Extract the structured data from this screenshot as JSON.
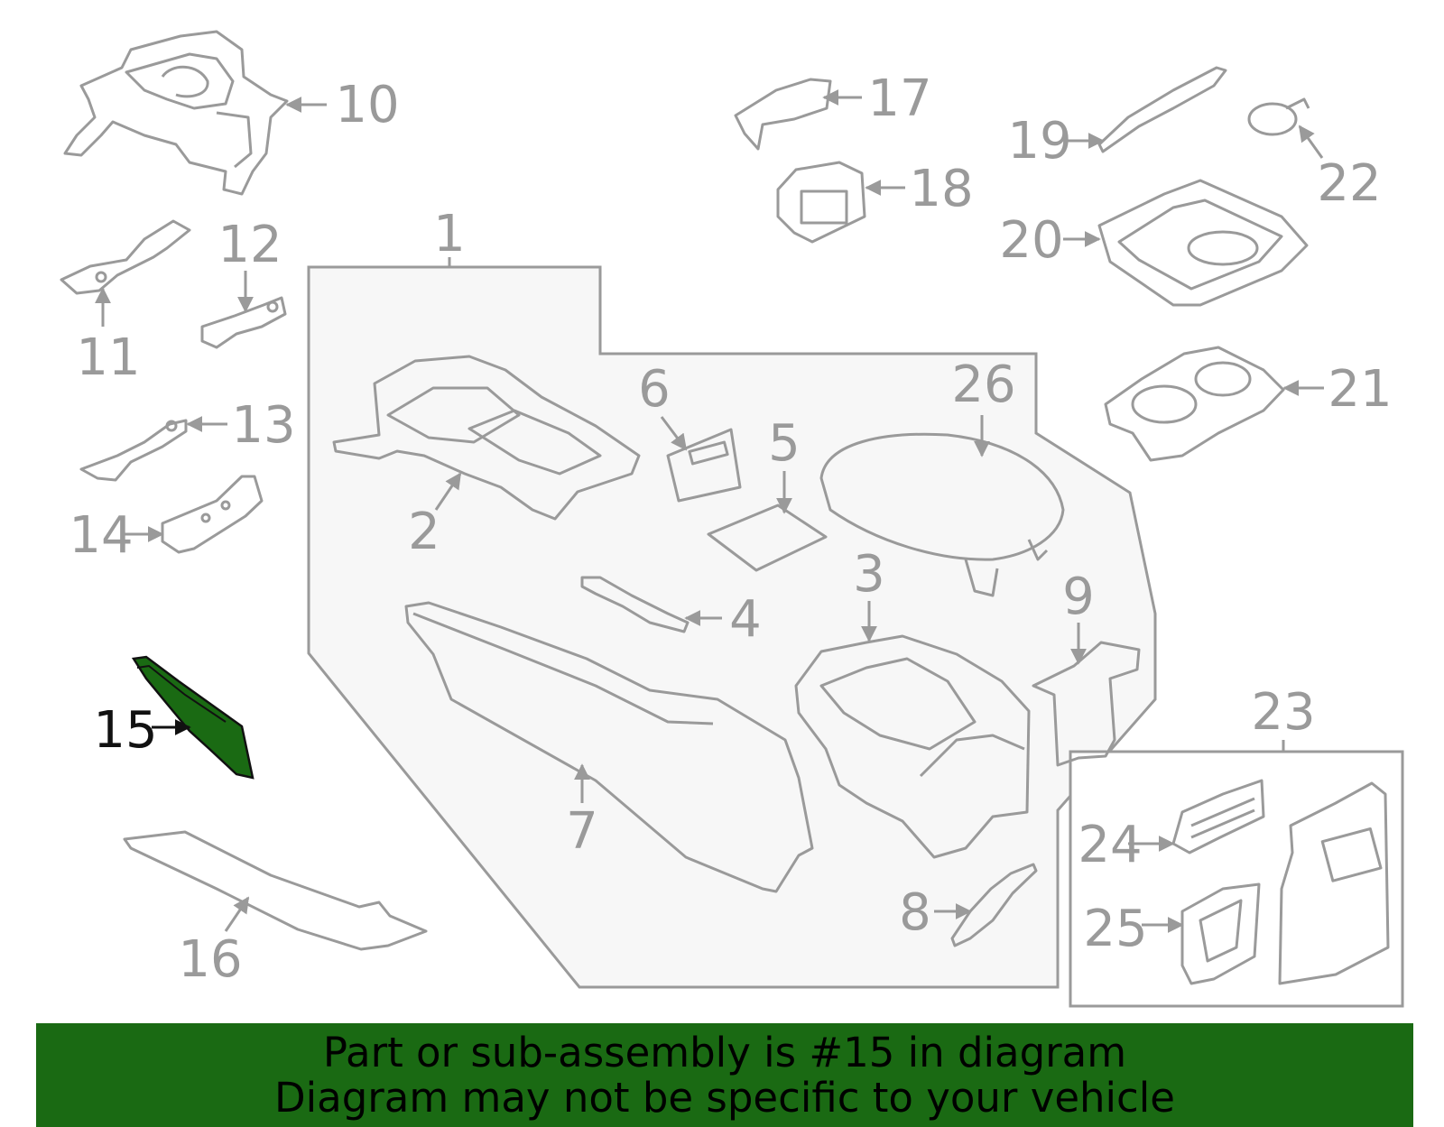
{
  "diagram": {
    "highlight_color": "#1a6a13",
    "line_color": "#9a9a9a",
    "panel_fill": "#f7f7f7",
    "callouts": [
      {
        "id": "1",
        "label": "1"
      },
      {
        "id": "2",
        "label": "2"
      },
      {
        "id": "3",
        "label": "3"
      },
      {
        "id": "4",
        "label": "4"
      },
      {
        "id": "5",
        "label": "5"
      },
      {
        "id": "6",
        "label": "6"
      },
      {
        "id": "7",
        "label": "7"
      },
      {
        "id": "8",
        "label": "8"
      },
      {
        "id": "9",
        "label": "9"
      },
      {
        "id": "10",
        "label": "10"
      },
      {
        "id": "11",
        "label": "11"
      },
      {
        "id": "12",
        "label": "12"
      },
      {
        "id": "13",
        "label": "13"
      },
      {
        "id": "14",
        "label": "14"
      },
      {
        "id": "15",
        "label": "15",
        "highlighted": true
      },
      {
        "id": "16",
        "label": "16"
      },
      {
        "id": "17",
        "label": "17"
      },
      {
        "id": "18",
        "label": "18"
      },
      {
        "id": "19",
        "label": "19"
      },
      {
        "id": "20",
        "label": "20"
      },
      {
        "id": "21",
        "label": "21"
      },
      {
        "id": "22",
        "label": "22"
      },
      {
        "id": "23",
        "label": "23"
      },
      {
        "id": "24",
        "label": "24"
      },
      {
        "id": "25",
        "label": "25"
      },
      {
        "id": "26",
        "label": "26"
      }
    ]
  },
  "footer": {
    "line1": "Part or sub-assembly is #15 in diagram",
    "line2": "Diagram may not be specific to your vehicle",
    "background": "#1a6a13"
  }
}
